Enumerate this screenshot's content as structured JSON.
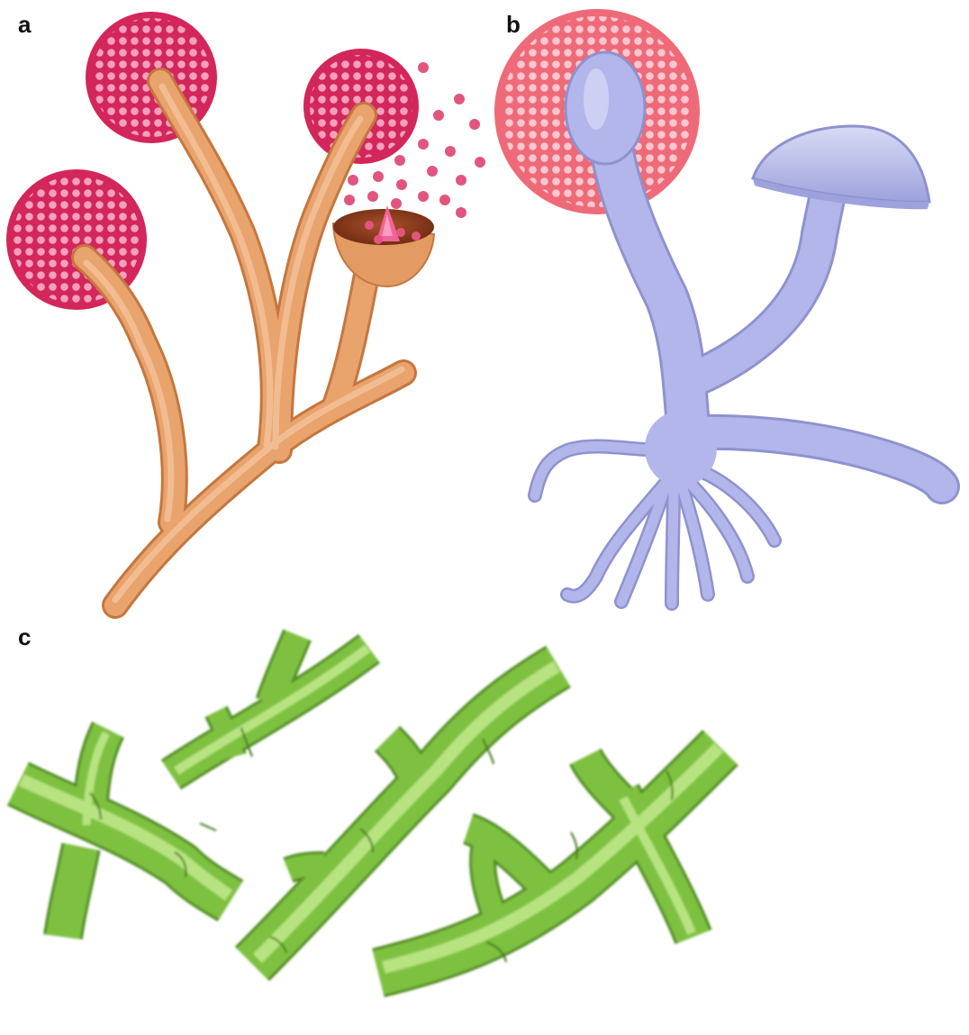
{
  "panels": {
    "a": {
      "label": "a"
    },
    "b": {
      "label": "b"
    },
    "c": {
      "label": "c"
    }
  },
  "colors": {
    "spore_head": "#d8285e",
    "spore_head_dark": "#b81a4a",
    "spore_dot": "#f59ab6",
    "hypha_orange": "#e8a06a",
    "hypha_orange_dark": "#c97a44",
    "cup_brown": "#8a3a1c",
    "spore_loose": "#e2557f",
    "spore_head_pink": "#ef6a78",
    "spore_dot_pink": "#fbc0c8",
    "hypha_lavender": "#aeb2e6",
    "hypha_lavender_dark": "#8c90cc",
    "hypha_green": "#7dbf3e",
    "hypha_green_light": "#b6e07a",
    "hypha_green_dark": "#4e8a22"
  },
  "icons": [
    "sporangium-icon",
    "spore-cup-icon",
    "mushroom-icon",
    "hypha-icon"
  ]
}
